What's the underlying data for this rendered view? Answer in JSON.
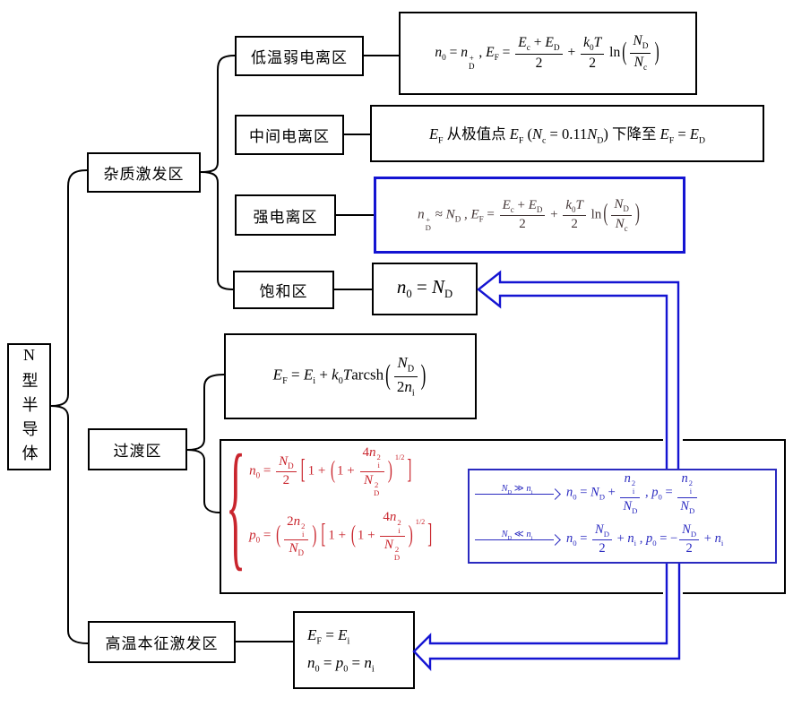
{
  "title": "N型半导体温度区间费米能级与载流子浓度示意图",
  "colors": {
    "line_black": "#000000",
    "arrow_blue": "#1414d2",
    "formula_red": "#c9252d",
    "strong_formula_text": "#423535",
    "limit_blue": "#2a2ac0"
  },
  "root": {
    "label": "N型半导体"
  },
  "branch_impurity": {
    "label": "杂质激发区"
  },
  "branch_transition": {
    "label": "过渡区"
  },
  "branch_intrinsic": {
    "label": "高温本征激发区"
  },
  "regions": {
    "low_temp": {
      "label": "低温弱电离区",
      "formula": "<i>n</i><sub>0</sub> = <i>n</i><span class='stk'><span>+</span><span>D</span></span> , <i>E</i><sub>F</sub> = <span class='fr'><span class='nu'><i>E</i><sub>c</sub> + <i>E</i><sub>D</sub></span><span class='de'>2</span></span> + <span class='fr'><span class='nu'><i>k</i><sub>0</sub><i>T</i></span><span class='de'>2</span></span> ln<span class='bp'>(</span><span class='fr'><span class='nu'><i>N</i><sub>D</sub></span><span class='de'><i>N</i><sub>c</sub></span></span><span class='bp'>)</span>"
    },
    "middle": {
      "label": "中间电离区",
      "formula": "<i>E</i><sub>F</sub> 从极值点 <i>E</i><sub>F</sub> (<i>N</i><sub>c</sub> = 0.11<i>N</i><sub>D</sub>) 下降至 <i>E</i><sub>F</sub> = <i>E</i><sub>D</sub>"
    },
    "strong": {
      "label": "强电离区",
      "formula": "<i>n</i><span class='stk'><span>+</span><span>D</span></span> ≈ <i>N</i><sub>D</sub> , <i>E</i><sub>F</sub> = <span class='fr'><span class='nu'><i>E</i><sub>c</sub> + <i>E</i><sub>D</sub></span><span class='de'>2</span></span> + <span class='fr'><span class='nu'><i>k</i><sub>0</sub><i>T</i></span><span class='de'>2</span></span> ln<span class='bp'>(</span><span class='fr'><span class='nu'><i>N</i><sub>D</sub></span><span class='de'><i>N</i><sub>c</sub></span></span><span class='bp'>)</span>"
    },
    "saturation": {
      "label": "饱和区",
      "formula": "<i>n</i><sub>0</sub> = <i>N</i><sub>D</sub>"
    }
  },
  "transition": {
    "fermi_formula": "<i>E</i><sub>F</sub> = <i>E</i><sub>i</sub> + <i>k</i><sub>0</sub><i>T</i>arcsh<span class='bp'>(</span><span class='fr'><span class='nu'><i>N</i><sub>D</sub></span><span class='de'>2<i>n</i><sub>i</sub></span></span><span class='bp'>)</span>",
    "system": {
      "n0": "<i>n</i><sub>0</sub> = <span class='fr'><span class='nu'><i>N</i><sub>D</sub></span><span class='de'>2</span></span><span class='bb'>[</span>1 + <span class='bp'>(</span>1 + <span class='fr'><span class='nu'>4<i>n</i><span class='stk'><span>2</span><span>i</span></span></span><span class='de'><i>N</i><span class='stk'><span>2</span><span>D</span></span></span></span><span class='bp'>)</span><sup class='ex'>1/2</sup><span class='bb'>]</span>",
      "p0": "<i>p</i><sub>0</sub> = <span class='bp'>(</span><span class='fr'><span class='nu'>2<i>n</i><span class='stk'><span>2</span><span>i</span></span></span><span class='de'><i>N</i><sub>D</sub></span></span><span class='bp'>)</span><span class='bb'>[</span>1 + <span class='bp'>(</span>1 + <span class='fr'><span class='nu'>4<i>n</i><span class='stk'><span>2</span><span>i</span></span></span><span class='de'><i>N</i><span class='stk'><span>2</span><span>D</span></span></span></span><span class='bp'>)</span><sup class='ex'>1/2</sup><span class='bb'>]</span>"
    },
    "limits": {
      "case1_condition": "<i>N</i><sub>D</sub> ≫ <i>n</i><sub>i</sub>",
      "case1_result": "<i>n</i><sub>0</sub> = <i>N</i><sub>D</sub> + <span class='fr'><span class='nu'><i>n</i><span class='stk'><span>2</span><span>i</span></span></span><span class='de'><i>N</i><sub>D</sub></span></span> , <i>p</i><sub>0</sub> = <span class='fr'><span class='nu'><i>n</i><span class='stk'><span>2</span><span>i</span></span></span><span class='de'><i>N</i><sub>D</sub></span></span>",
      "case2_condition": "<i>N</i><sub>D</sub> ≪ <i>n</i><sub>i</sub>",
      "case2_result": "<i>n</i><sub>0</sub> = <span class='fr'><span class='nu'><i>N</i><sub>D</sub></span><span class='de'>2</span></span> + <i>n</i><sub>i</sub> , <i>p</i><sub>0</sub> = −<span class='fr'><span class='nu'><i>N</i><sub>D</sub></span><span class='de'>2</span></span> + <i>n</i><sub>i</sub>"
    }
  },
  "intrinsic": {
    "line1": "<i>E</i><sub>F</sub> = <i>E</i><sub>i</sub>",
    "line2": "<i>n</i><sub>0</sub> = <i>p</i><sub>0</sub> = <i>n</i><sub>i</sub>"
  }
}
